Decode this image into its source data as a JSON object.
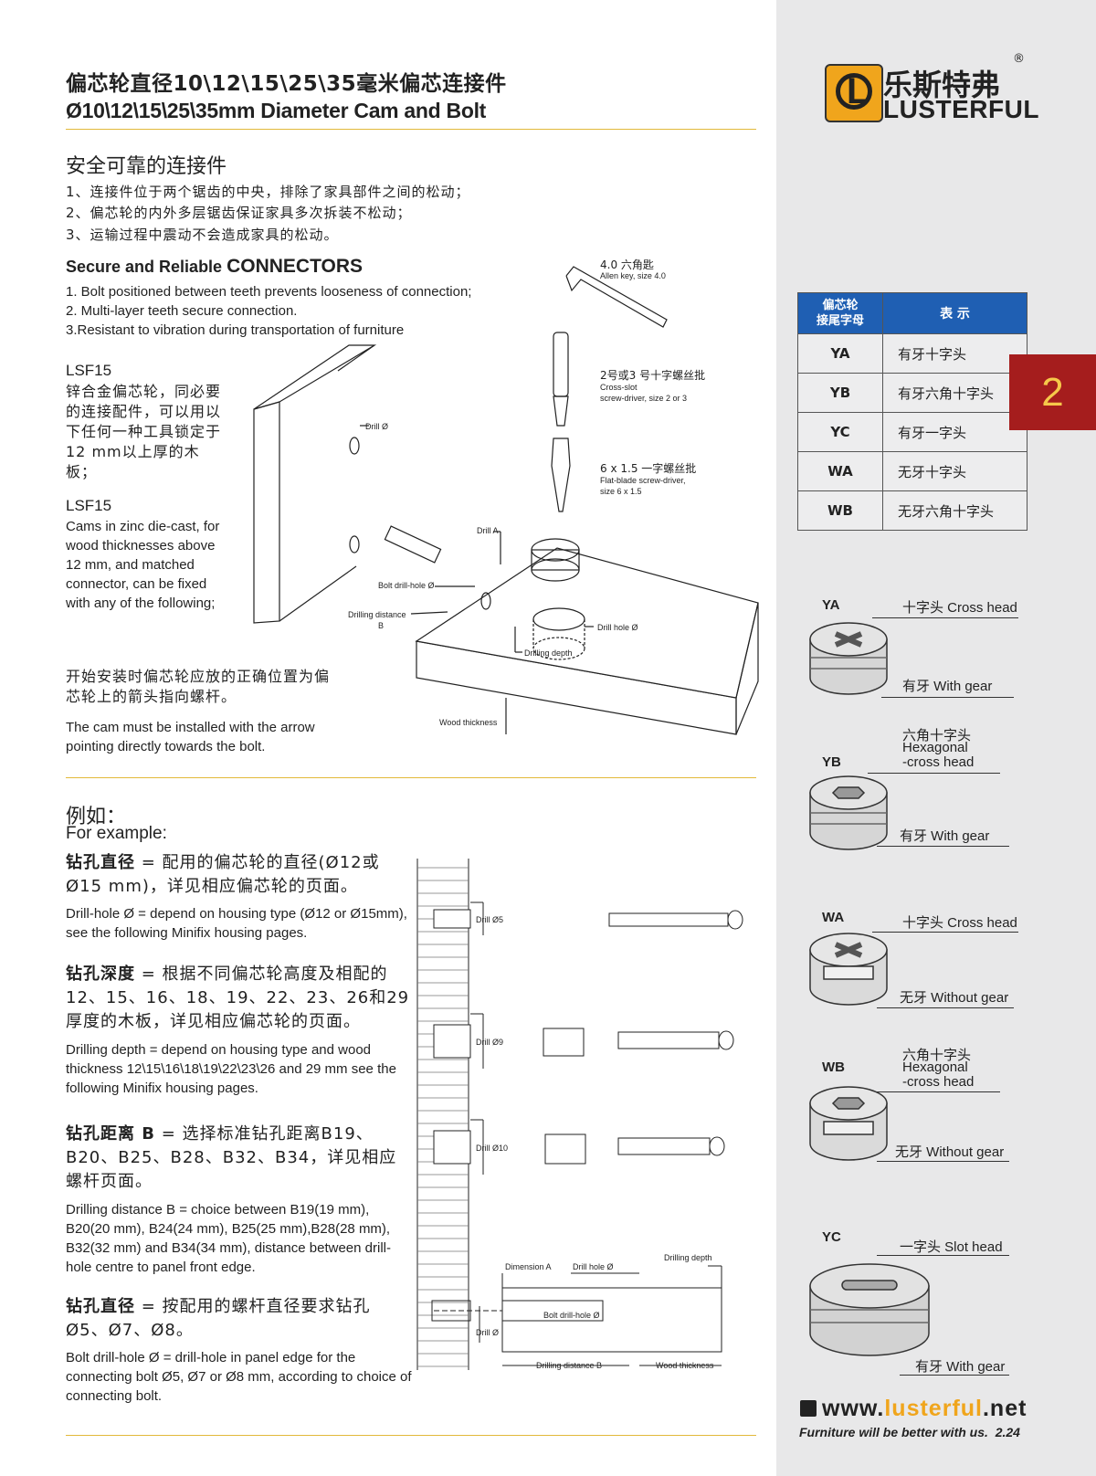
{
  "header": {
    "title_cn": "偏芯轮直径10\\12\\15\\25\\35毫米偏芯连接件",
    "title_en": "Ø10\\12\\15\\25\\35mm Diameter Cam and Bolt"
  },
  "brand": {
    "name_cn": "乐斯特弗",
    "name_en": "LUSTERFUL",
    "registered": "®",
    "logo_letter": "L"
  },
  "section1": {
    "heading_cn": "安全可靠的连接件",
    "items_cn": [
      "1、连接件位于两个锯齿的中央，排除了家具部件之间的松动；",
      "2、偏芯轮的内外多层锯齿保证家具多次拆装不松动；",
      "3、运输过程中震动不会造成家具的松动。"
    ],
    "heading_en_prefix": "Secure and Reliable ",
    "heading_en_main": "CONNECTORS",
    "items_en": [
      "1. Bolt positioned between teeth prevents looseness of connection;",
      "2. Multi-layer teeth secure connection.",
      "3.Resistant to vibration during transportation of furniture"
    ]
  },
  "lsf": {
    "code": "LSF15",
    "desc_cn": "锌合金偏芯轮，同必要的连接配件，可以用以下任何一种工具锁定于12 mm以上厚的木板；",
    "desc_en": "Cams in zinc die-cast, for wood thicknesses above 12 mm, and matched connector, can be fixed with any of the following;"
  },
  "install_note": {
    "cn": "开始安装时偏芯轮应放的正确位置为偏芯轮上的箭头指向螺杆。",
    "en": "The cam must be installed with the arrow pointing directly towards the bolt."
  },
  "tools": [
    {
      "cn": "4.0 六角匙",
      "en": "Allen key, size 4.0"
    },
    {
      "cn": "2号或3 号十字螺丝批",
      "en1": "Cross-slot",
      "en2": "screw-driver, size 2 or 3"
    },
    {
      "cn": "6 x 1.5 一字螺丝批",
      "en1": "Flat-blade screw-driver,",
      "en2": "size 6 x 1.5"
    }
  ],
  "diagram1_labels": {
    "drill": "Drill Ø",
    "drill_a": "Drill A",
    "bolt_drill_hole": "Bolt drill-hole Ø",
    "drilling_distance": "Drilling distance",
    "b": "B",
    "drill_hole": "Drill hole Ø",
    "drilling_depth": "Drilling depth",
    "wood_thickness": "Wood thickness"
  },
  "example": {
    "heading_cn": "例如：",
    "heading_en": "For example:",
    "items": [
      {
        "term_cn": "钻孔直径",
        "text_cn": " = 配用的偏芯轮的直径(Ø12或Ø15 mm)，详见相应偏芯轮的页面。",
        "text_en": "Drill-hole Ø = depend on housing type (Ø12 or Ø15mm), see the following Minifix housing pages."
      },
      {
        "term_cn": "钻孔深度",
        "text_cn": " = 根据不同偏芯轮高度及相配的12、15、16、18、19、22、23、26和29厚度的木板，详见相应偏芯轮的页面。",
        "text_en": "Drilling depth = depend on housing type and wood thickness 12\\15\\16\\18\\19\\22\\23\\26 and 29 mm see the following Minifix housing pages."
      },
      {
        "term_cn": "钻孔距离 B",
        "text_cn": " = 选择标准钻孔距离B19、B20、B25、B28、B32、B34，详见相应螺杆页面。",
        "text_en": "Drilling distance B = choice between B19(19 mm), B20(20 mm), B24(24 mm), B25(25 mm),B28(28 mm), B32(32 mm) and B34(34 mm), distance between drill-hole centre to panel front edge."
      },
      {
        "term_cn": "钻孔直径",
        "text_cn": " = 按配用的螺杆直径要求钻孔Ø5、Ø7、Ø8。",
        "text_en": "Bolt drill-hole Ø = drill-hole in panel edge for the connecting bolt Ø5, Ø7 or Ø8 mm, according to choice of connecting bolt."
      }
    ]
  },
  "diagram2_labels": {
    "drill5": "Drill Ø5",
    "drill9": "Drill Ø9",
    "drill10": "Drill Ø10",
    "dimension_a": "Dimension A",
    "drill_hole": "Drill hole Ø",
    "drilling_depth": "Drilling depth",
    "bolt_drill_hole": "Bolt drill-hole Ø",
    "drill": "Drill Ø",
    "drilling_distance": "Drilling distance B",
    "wood_thickness": "Wood thickness"
  },
  "suffix_table": {
    "headers": [
      "偏芯轮\n接尾字母",
      "表 示"
    ],
    "rows": [
      {
        "code": "YA",
        "desc": "有牙十字头"
      },
      {
        "code": "YB",
        "desc": "有牙六角十字头"
      },
      {
        "code": "YC",
        "desc": "有牙一字头"
      },
      {
        "code": "WA",
        "desc": "无牙十字头"
      },
      {
        "code": "WB",
        "desc": "无牙六角十字头"
      }
    ]
  },
  "chapter_number": "2",
  "cams": [
    {
      "code": "YA",
      "top_label": "十字头 Cross head",
      "bottom_label": "有牙 With gear"
    },
    {
      "code": "YB",
      "top_label_1": "六角十字头",
      "top_label_2": "Hexagonal",
      "top_label_3": "-cross head",
      "bottom_label": "有牙 With gear"
    },
    {
      "code": "WA",
      "top_label": "十字头 Cross head",
      "bottom_label": "无牙 Without gear"
    },
    {
      "code": "WB",
      "top_label_1": "六角十字头",
      "top_label_2": "Hexagonal",
      "top_label_3": "-cross head",
      "bottom_label": "无牙 Without gear"
    },
    {
      "code": "YC",
      "top_label": "一字头 Slot head",
      "bottom_label": "有牙 With gear"
    }
  ],
  "footer": {
    "www": "www.",
    "domain_hl": "lusterful",
    "tld": ".net",
    "slogan": "Furniture will be better with us.",
    "version": "2.24"
  },
  "colors": {
    "accent_gold": "#e2b93a",
    "table_header_blue": "#1f5fb3",
    "chapter_red": "#a51d1d",
    "logo_orange": "#f0a51c"
  }
}
